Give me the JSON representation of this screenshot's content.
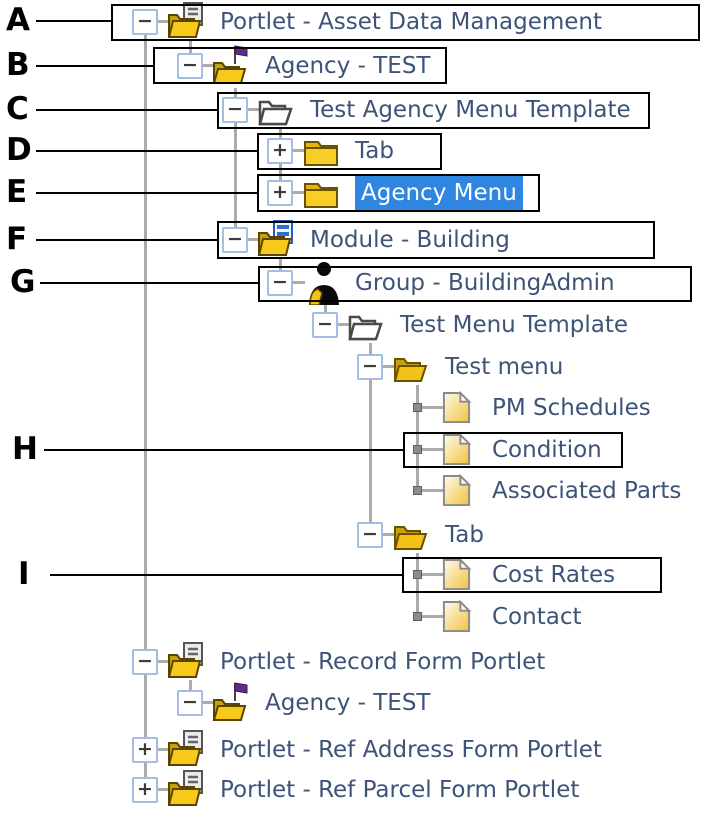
{
  "colors": {
    "selection_bg": "#2E86E0",
    "selection_text": "#FFFFFF",
    "node_text": "#3E5378",
    "tree_line": "#ABABAB",
    "expander_border": "#A3BEE3",
    "annotation_color": "#000000",
    "folder_gold": "#F6C91C",
    "flag_purple": "#5E2B87"
  },
  "annotations": [
    {
      "letter": "A"
    },
    {
      "letter": "B"
    },
    {
      "letter": "C"
    },
    {
      "letter": "D"
    },
    {
      "letter": "E"
    },
    {
      "letter": "F"
    },
    {
      "letter": "G"
    },
    {
      "letter": "H"
    },
    {
      "letter": "I"
    }
  ],
  "tree": {
    "rows": [
      {
        "label": "Portlet - Asset Data Management",
        "icon": "portlet-folder-icon",
        "expander": "−",
        "selected": false
      },
      {
        "label": "Agency - TEST",
        "icon": "agency-flag-folder-icon",
        "expander": "−",
        "selected": false
      },
      {
        "label": "Test Agency Menu Template",
        "icon": "template-folder-icon",
        "expander": "−",
        "selected": false
      },
      {
        "label": "Tab",
        "icon": "closed-folder-icon",
        "expander": "+",
        "selected": false
      },
      {
        "label": "Agency Menu",
        "icon": "closed-folder-icon",
        "expander": "+",
        "selected": true
      },
      {
        "label": "Module - Building",
        "icon": "module-folder-icon",
        "expander": "−",
        "selected": false
      },
      {
        "label": "Group - BuildingAdmin",
        "icon": "group-user-icon",
        "expander": "−",
        "selected": false
      },
      {
        "label": "Test Menu Template",
        "icon": "template-folder-icon",
        "expander": "−",
        "selected": false
      },
      {
        "label": "Test menu",
        "icon": "open-folder-icon",
        "expander": "−",
        "selected": false
      },
      {
        "label": "PM Schedules",
        "icon": "page-icon",
        "expander": "leaf",
        "selected": false
      },
      {
        "label": "Condition",
        "icon": "page-icon",
        "expander": "leaf",
        "selected": false
      },
      {
        "label": "Associated Parts",
        "icon": "page-icon",
        "expander": "leaf",
        "selected": false
      },
      {
        "label": "Tab",
        "icon": "open-folder-icon",
        "expander": "−",
        "selected": false
      },
      {
        "label": "Cost Rates",
        "icon": "page-icon",
        "expander": "leaf",
        "selected": false
      },
      {
        "label": "Contact",
        "icon": "page-icon",
        "expander": "leaf",
        "selected": false
      },
      {
        "label": "Portlet - Record Form Portlet",
        "icon": "portlet-folder-icon",
        "expander": "−",
        "selected": false
      },
      {
        "label": "Agency - TEST",
        "icon": "agency-flag-folder-icon",
        "expander": "−",
        "selected": false
      },
      {
        "label": "Portlet - Ref Address Form Portlet",
        "icon": "portlet-folder-icon",
        "expander": "+",
        "selected": false
      },
      {
        "label": "Portlet - Ref Parcel Form Portlet",
        "icon": "portlet-folder-icon",
        "expander": "+",
        "selected": false
      }
    ]
  }
}
